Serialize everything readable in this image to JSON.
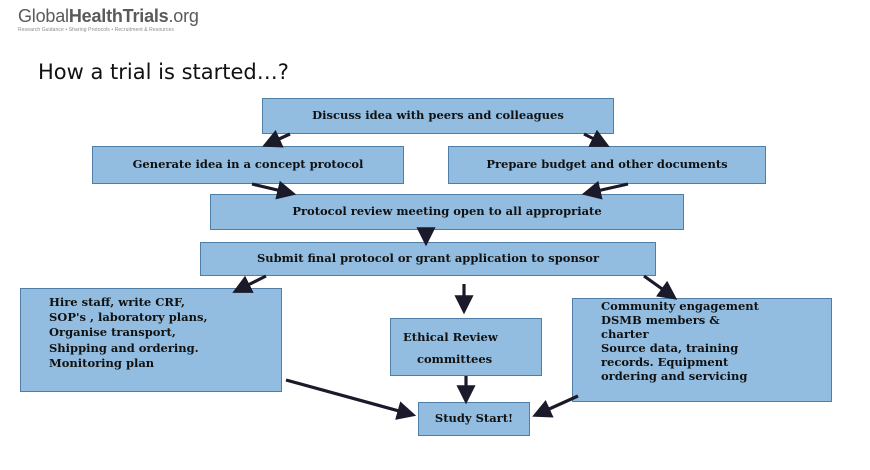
{
  "logo": {
    "name_part1": "Global",
    "name_part2": "Health",
    "name_part3": "Trials",
    "name_part4": ".org",
    "tagline": "Research Guidance • Sharing Protocols • Recruitment & Resources"
  },
  "heading": "How a trial is started…?",
  "boxes": {
    "discuss": "Discuss idea with peers and colleagues",
    "generate": "Generate idea in a concept protocol",
    "budget": "Prepare budget and other documents",
    "review_meeting": "Protocol review meeting open to all appropriate",
    "submit": "Submit final protocol or grant application to sponsor",
    "hire_staff": [
      "Hire staff, write CRF,",
      "SOP's , laboratory plans,",
      "Organise transport,",
      "Shipping and ordering.",
      "Monitoring plan"
    ],
    "ethical": [
      "Ethical Review",
      "committees"
    ],
    "community": [
      "Community engagement",
      "DSMB members &",
      "charter",
      "Source data, training",
      "records. Equipment",
      "ordering and servicing"
    ],
    "study_start": "Study Start!"
  },
  "colors": {
    "box_fill": "#92bde0",
    "box_border": "#4f7fa8",
    "arrow": "#1a1a2a"
  }
}
